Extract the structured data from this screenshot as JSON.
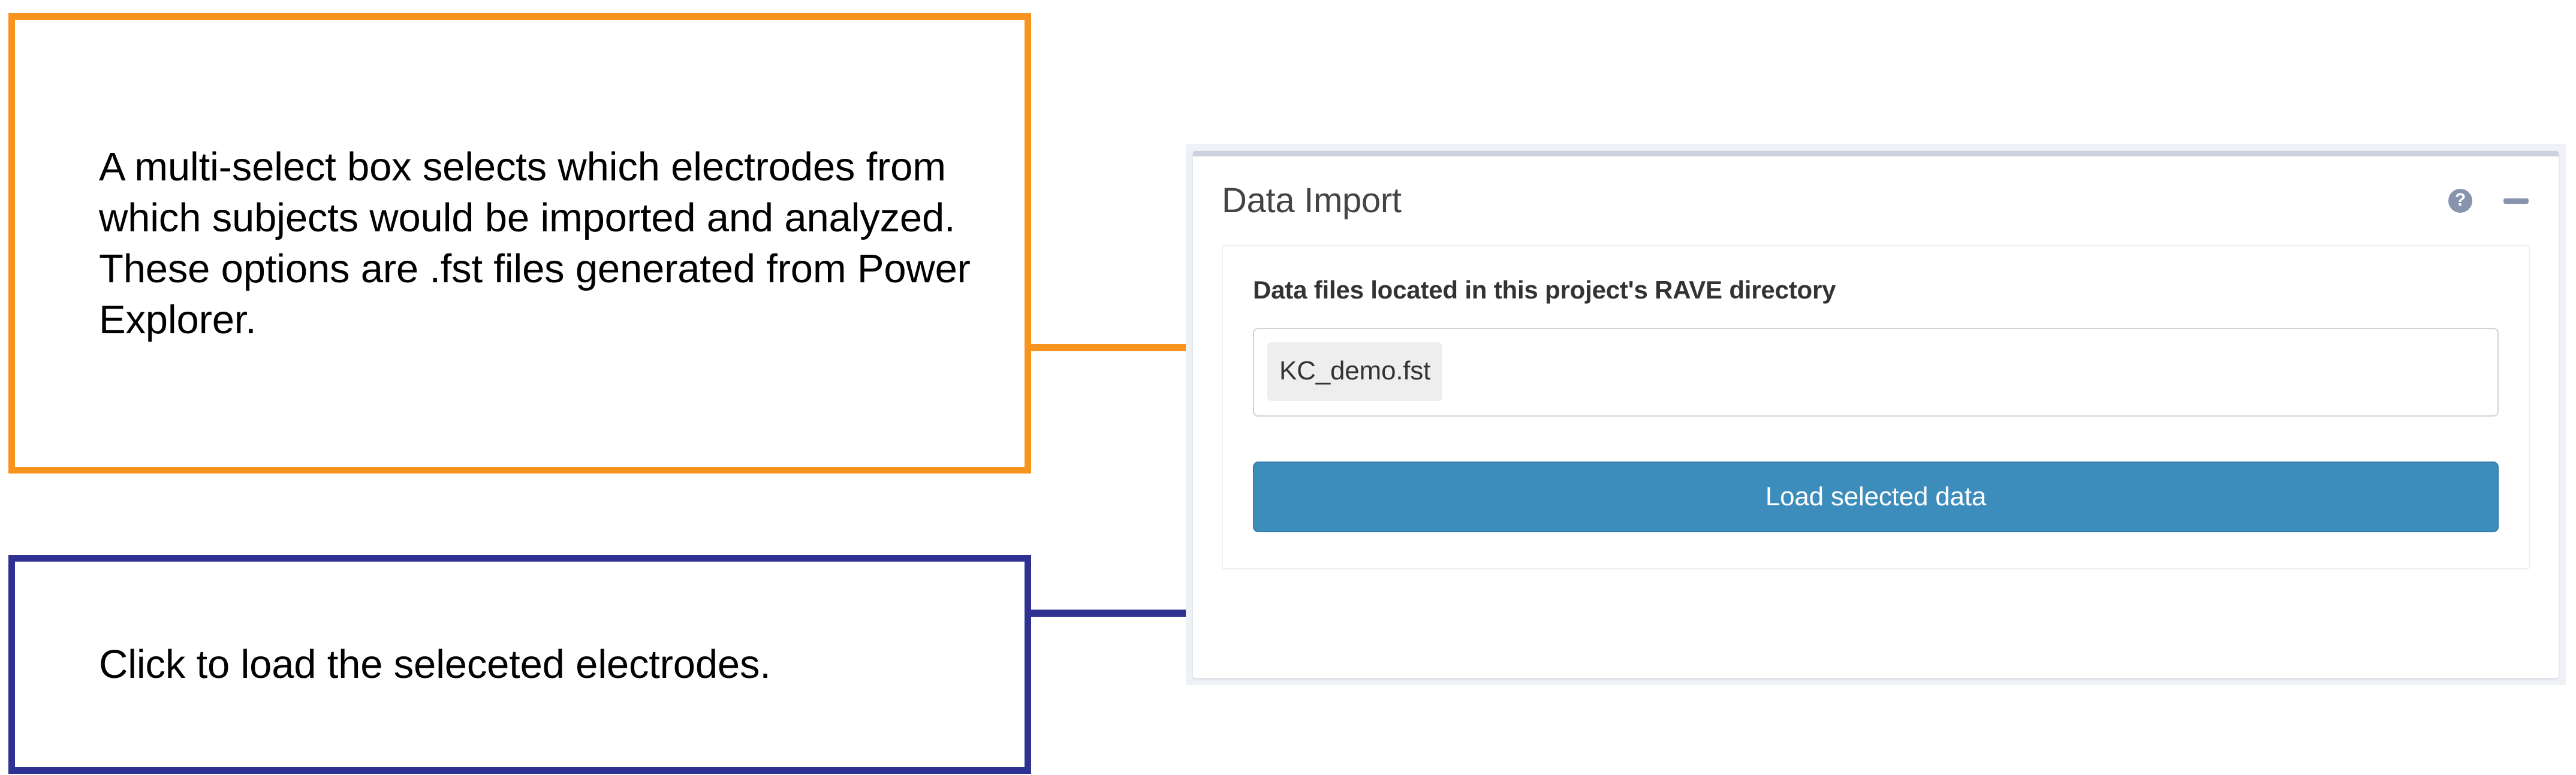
{
  "annotations": [
    {
      "id": "multiselect",
      "text": "A multi-select box selects which electrodes from which subjects would be imported and analyzed. These options are .fst files generated from Power Explorer.",
      "border_color": "#F7941E"
    },
    {
      "id": "load-button",
      "text": "Click to load the seleceted electrodes.",
      "border_color": "#2E3192"
    }
  ],
  "panel": {
    "title": "Data Import",
    "tools": {
      "help_icon": "help-circle-icon",
      "help_glyph": "?",
      "minimize_icon": "minimize-icon"
    },
    "select_group": {
      "label": "Data files located in this project's RAVE directory",
      "selected_options": [
        "KC_demo.fst"
      ],
      "options": [
        "KC_demo.fst"
      ]
    },
    "load_button": {
      "label": "Load selected data",
      "color": "#3C8DBC"
    }
  }
}
